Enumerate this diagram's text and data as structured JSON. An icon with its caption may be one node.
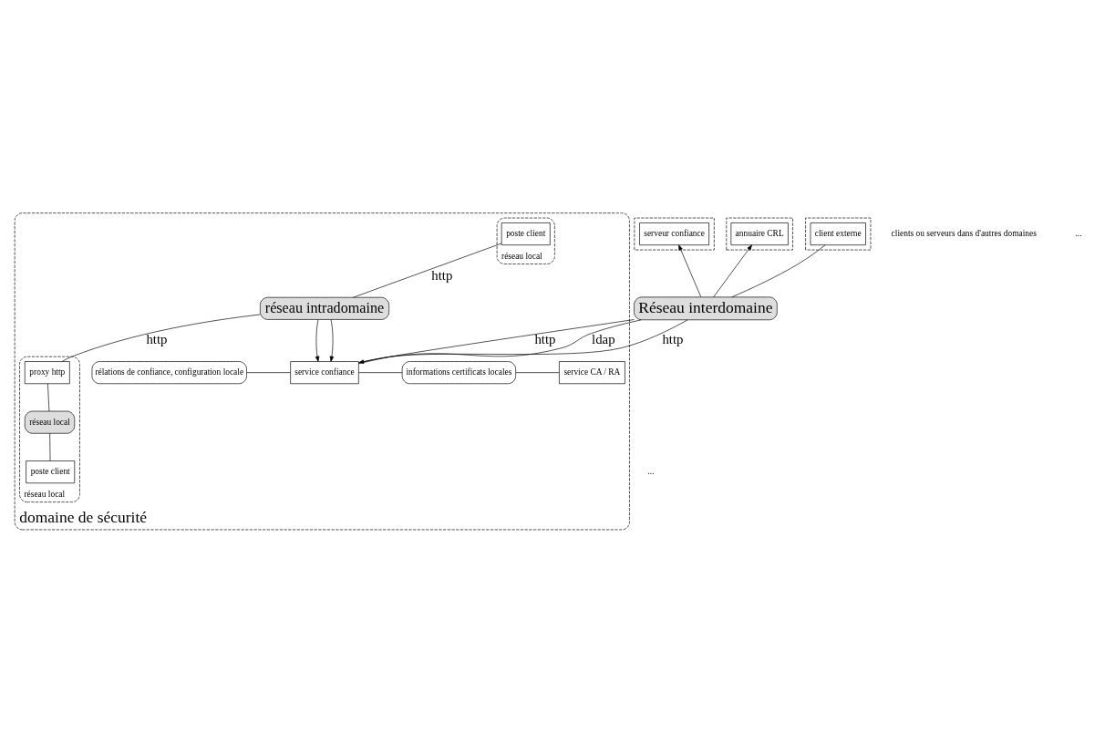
{
  "diagram": {
    "nodes": [
      {
        "text": [],
        "shape": "box"
      },
      {
        "text": [
          "client externe"
        ],
        "in": 0
      },
      {
        "text": [],
        "shape": "box"
      },
      {
        "text": [
          "serveur confiance"
        ],
        "in": 2
      },
      {
        "text": [],
        "shape": "box"
      },
      {
        "text": [
          "annuaire CRL"
        ],
        "in": 4
      },
      {
        "text": [
          "Réseau interdomaine"
        ]
      },
      {
        "text": [
          "domaine de sécurité"
        ]
      },
      {
        "text": [
          "rélations de confiance, configuration locale"
        ],
        "in": 7
      },
      {
        "text": [
          "service confiance"
        ],
        "in": 7
      },
      {
        "text": [
          "informations certificats locales"
        ],
        "in": 7
      },
      {
        "text": [
          "service CA / RA"
        ],
        "in": 7
      },
      {
        "text": [
          "réseau intradomaine"
        ],
        "in": 7
      },
      {
        "text": [
          "réseau local"
        ],
        "in": 7
      },
      {
        "text": [
          "poste client"
        ],
        "in": 13
      },
      {
        "text": [
          "réseau local"
        ],
        "in": 7
      },
      {
        "text": [
          "proxy http"
        ],
        "in": 15
      },
      {
        "text": [
          "réseau local"
        ],
        "in": 15
      },
      {
        "text": [
          "poste client"
        ],
        "in": 15
      }
    ],
    "edges": [
      {
        "from": 1,
        "to": 6,
        "arrow": "none"
      },
      {
        "from": 6,
        "to": 3,
        "arrow": "to"
      },
      {
        "from": 6,
        "to": 5,
        "arrow": "to"
      },
      {
        "from": 6,
        "to": 9,
        "arrow": "to",
        "label": "http"
      },
      {
        "from": 6,
        "to": 9,
        "arrow": "none",
        "label": "http"
      },
      {
        "from": 6,
        "to": 9,
        "arrow": "none",
        "label": "ldap"
      },
      {
        "from": 8,
        "to": 9,
        "arrow": "none"
      },
      {
        "from": 9,
        "to": 10,
        "arrow": "none"
      },
      {
        "from": 10,
        "to": 11,
        "arrow": "none"
      },
      {
        "from": 12,
        "to": 9,
        "arrow": "to"
      },
      {
        "from": 12,
        "to": 9,
        "arrow": "to"
      },
      {
        "from": 14,
        "to": 12,
        "arrow": "none",
        "label": "http"
      },
      {
        "from": 12,
        "to": 16,
        "arrow": "none",
        "label": "http"
      },
      {
        "from": 16,
        "to": 17,
        "arrow": "none"
      },
      {
        "from": 17,
        "to": 18,
        "arrow": "none"
      }
    ],
    "labels": [
      "clients ou serveurs dans d'autres domaines",
      "...",
      "..."
    ]
  }
}
